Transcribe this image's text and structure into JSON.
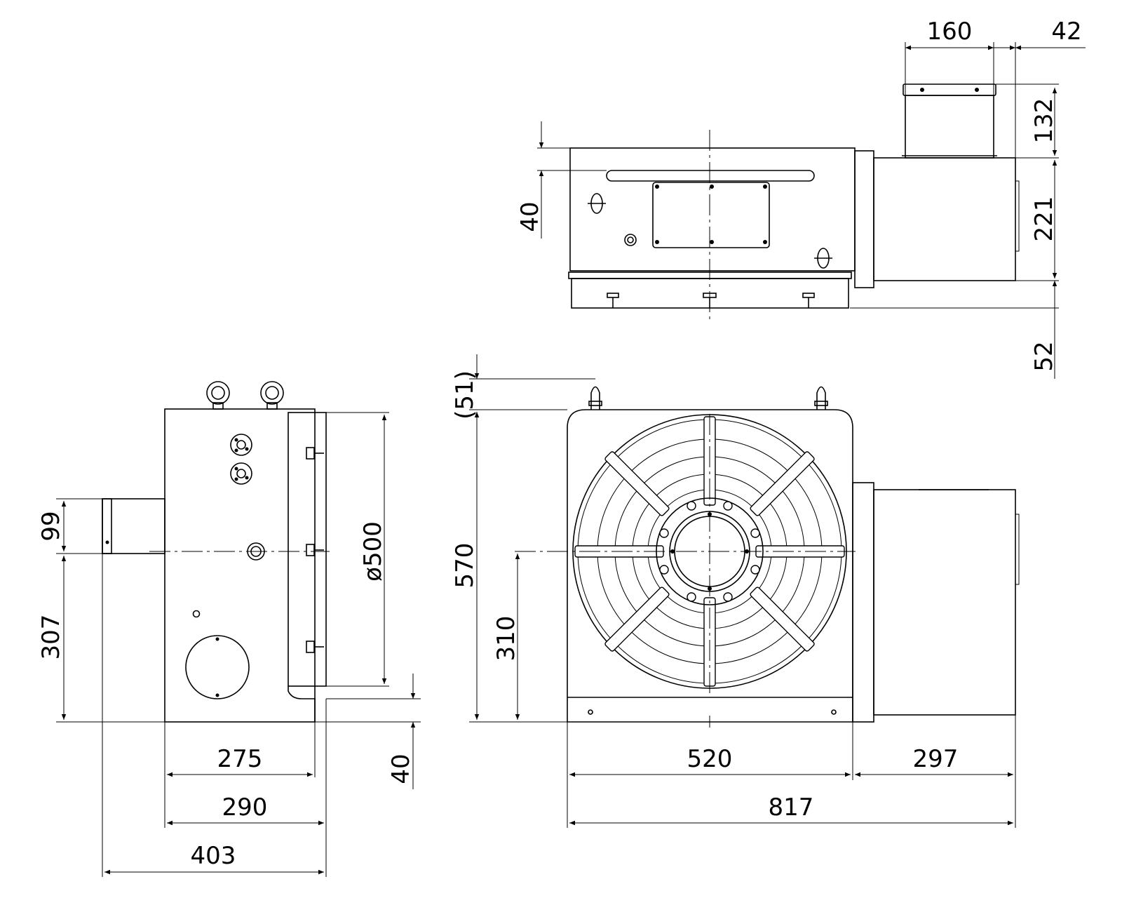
{
  "dimensions": {
    "top_view": {
      "width_160": "160",
      "width_42": "42",
      "height_132": "132",
      "height_221": "221",
      "height_52": "52",
      "height_40": "40"
    },
    "side_view": {
      "height_99": "99",
      "height_307": "307",
      "diameter_500": "ø500",
      "width_275": "275",
      "width_290": "290",
      "width_403": "403",
      "height_40": "40"
    },
    "front_view": {
      "offset_51": "(51)",
      "height_570": "570",
      "height_310": "310",
      "width_520": "520",
      "width_297": "297",
      "width_817": "817"
    }
  },
  "colors": {
    "line": "#000000",
    "background": "#ffffff"
  }
}
